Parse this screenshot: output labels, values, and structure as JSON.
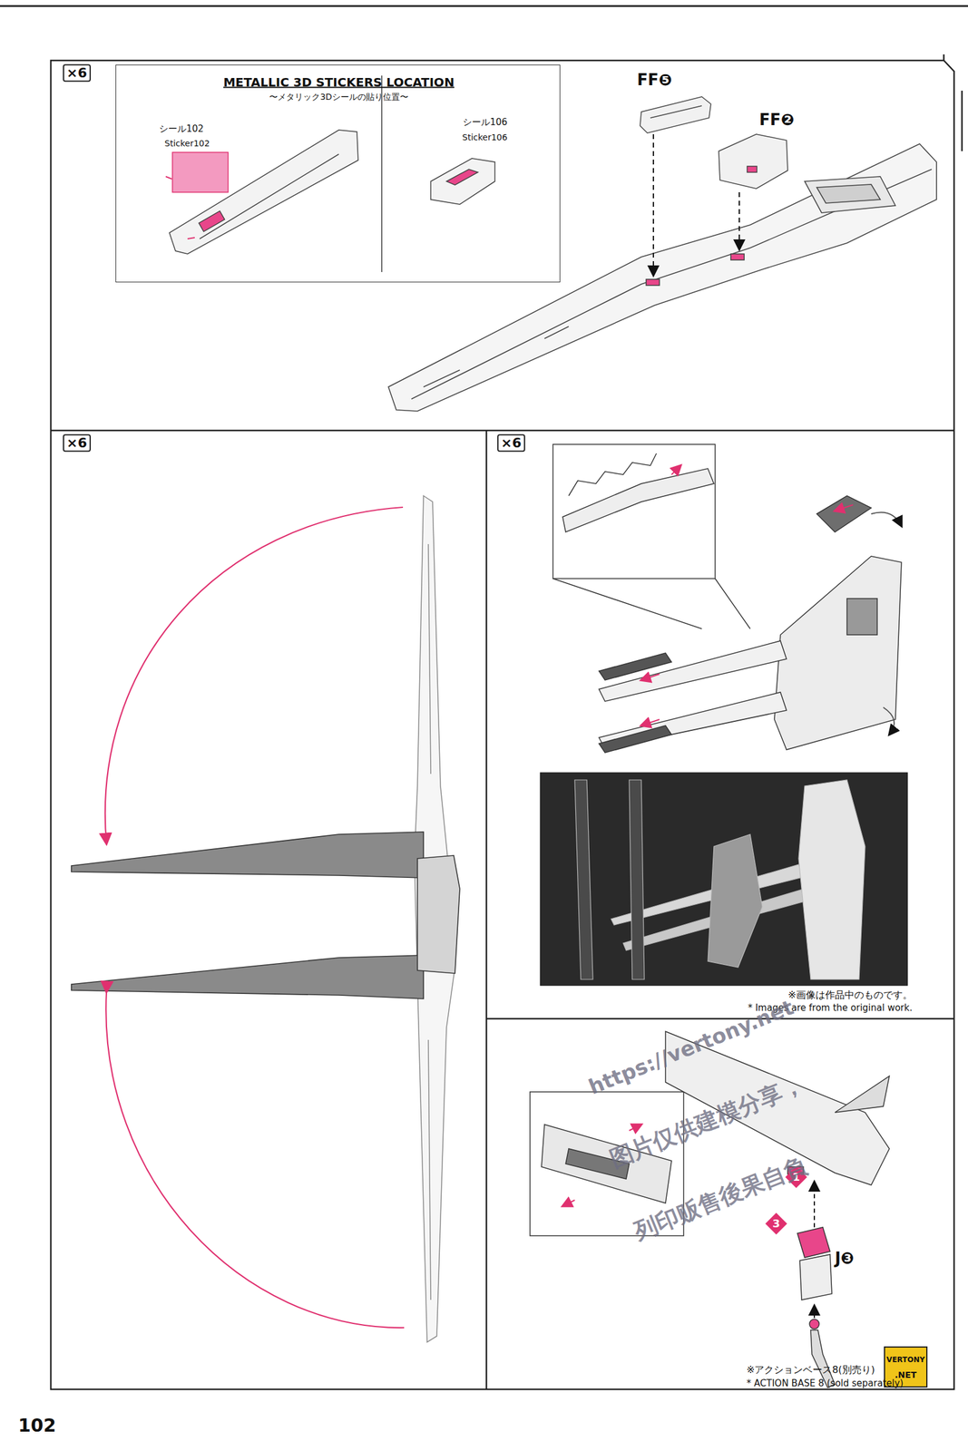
{
  "diagram": {
    "nodes": [
      {
        "text": [
          "METALLIC 3D STICKERS LOCATION",
          "〜メタリック3Dシールの貼り位置〜"
        ]
      }
    ],
    "labels": [
      "×6",
      "シール102",
      "Sticker102",
      "シール106",
      "Sticker106",
      "FF❺",
      "FF❷",
      "×6",
      "×6",
      "※画像は作品中のものです。",
      "* Images are from the original work.",
      "1",
      "3",
      "J❸",
      "※アクションベース8(別売り)",
      "* ACTION BASE 8 (sold separately)",
      "https://vertony.net",
      "图片仅供建模分享，",
      "列印贩售後果自負",
      "VERTONY",
      ".NET",
      "102"
    ]
  }
}
